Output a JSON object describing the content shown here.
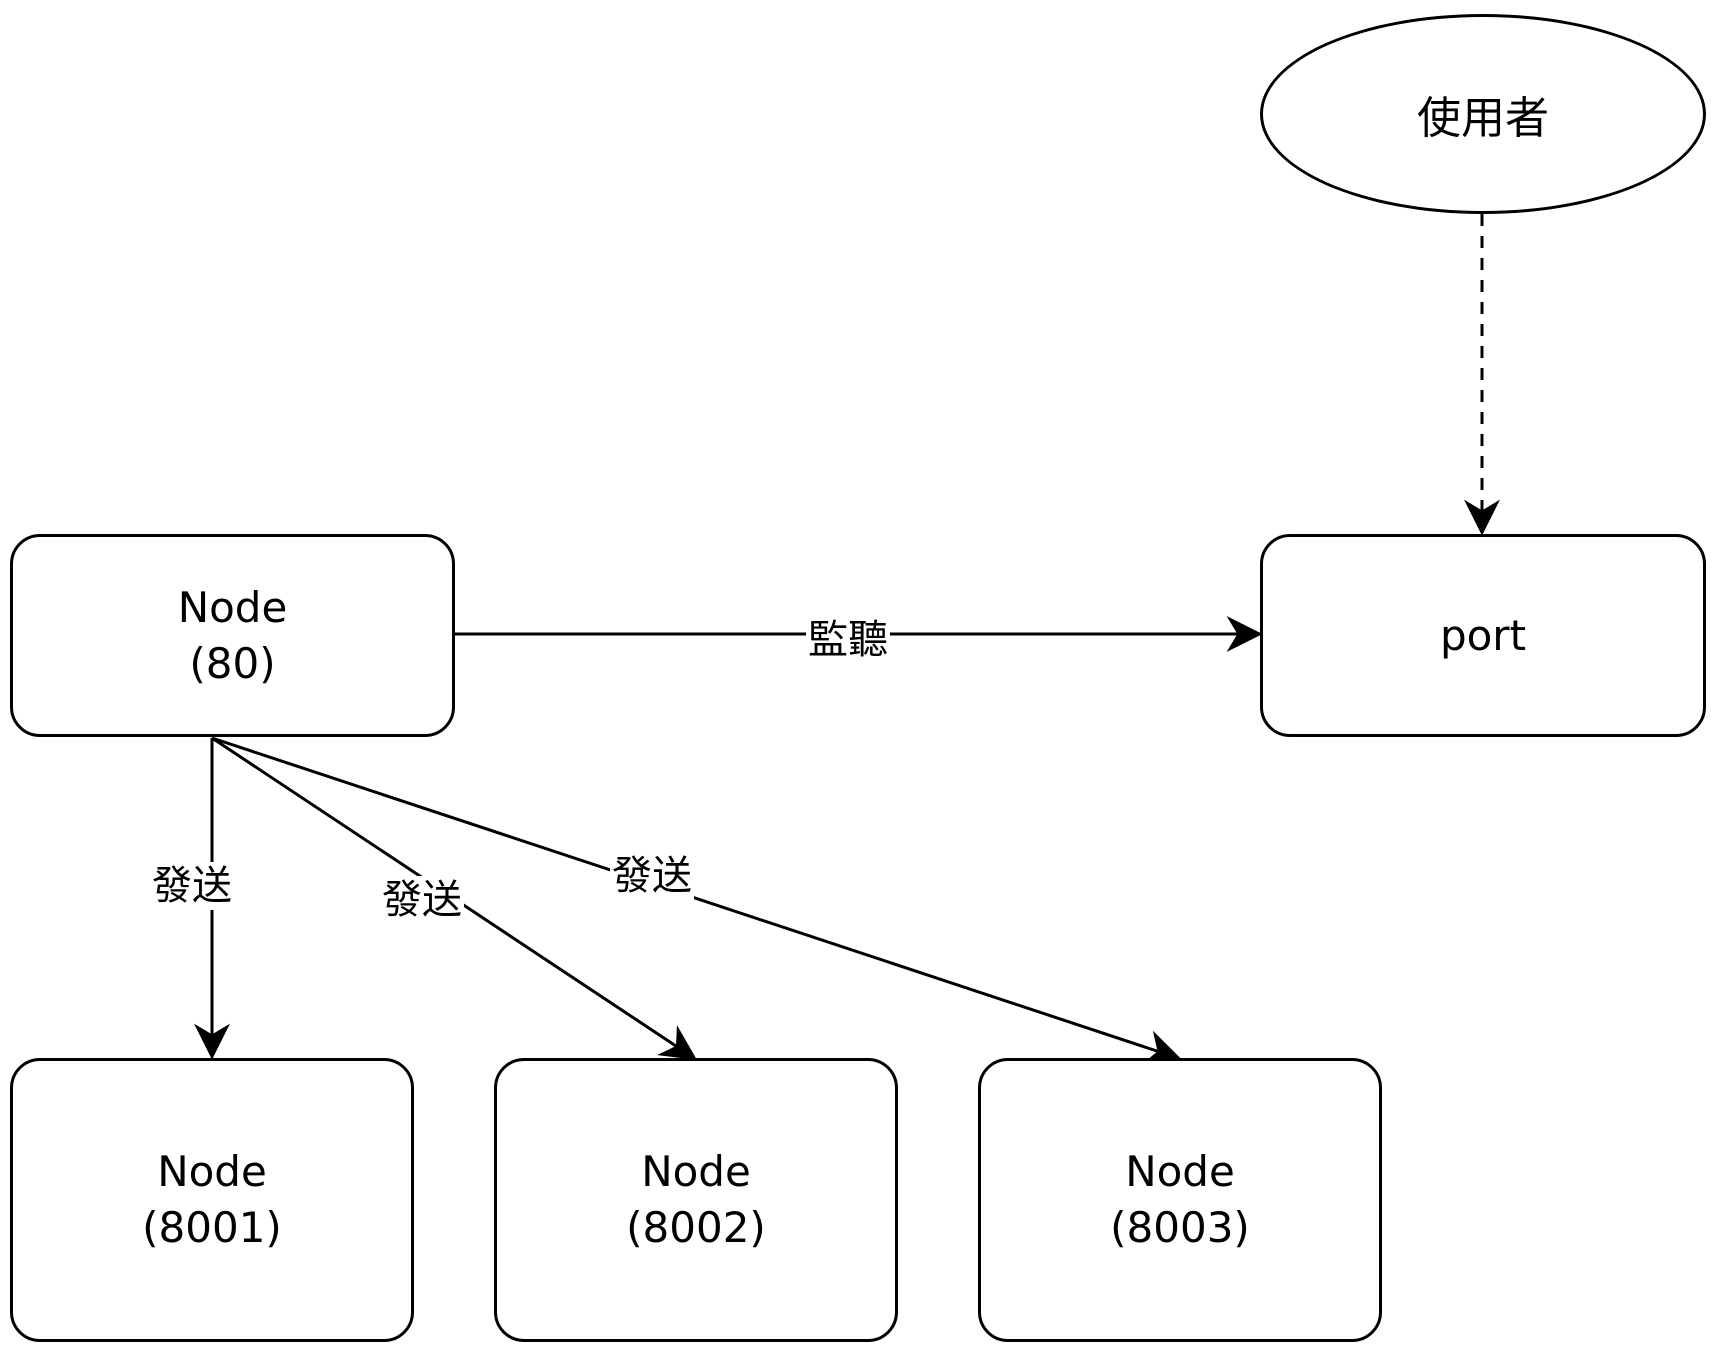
{
  "diagram": {
    "user": {
      "label": "使用者"
    },
    "port": {
      "label": "port"
    },
    "main_node": {
      "line1": "Node",
      "line2": "(80)"
    },
    "child_nodes": [
      {
        "line1": "Node",
        "line2": "(8001)"
      },
      {
        "line1": "Node",
        "line2": "(8002)"
      },
      {
        "line1": "Node",
        "line2": "(8003)"
      }
    ],
    "edges": {
      "listen_label": "監聽",
      "send_labels": [
        "發送",
        "發送",
        "發送"
      ]
    }
  }
}
